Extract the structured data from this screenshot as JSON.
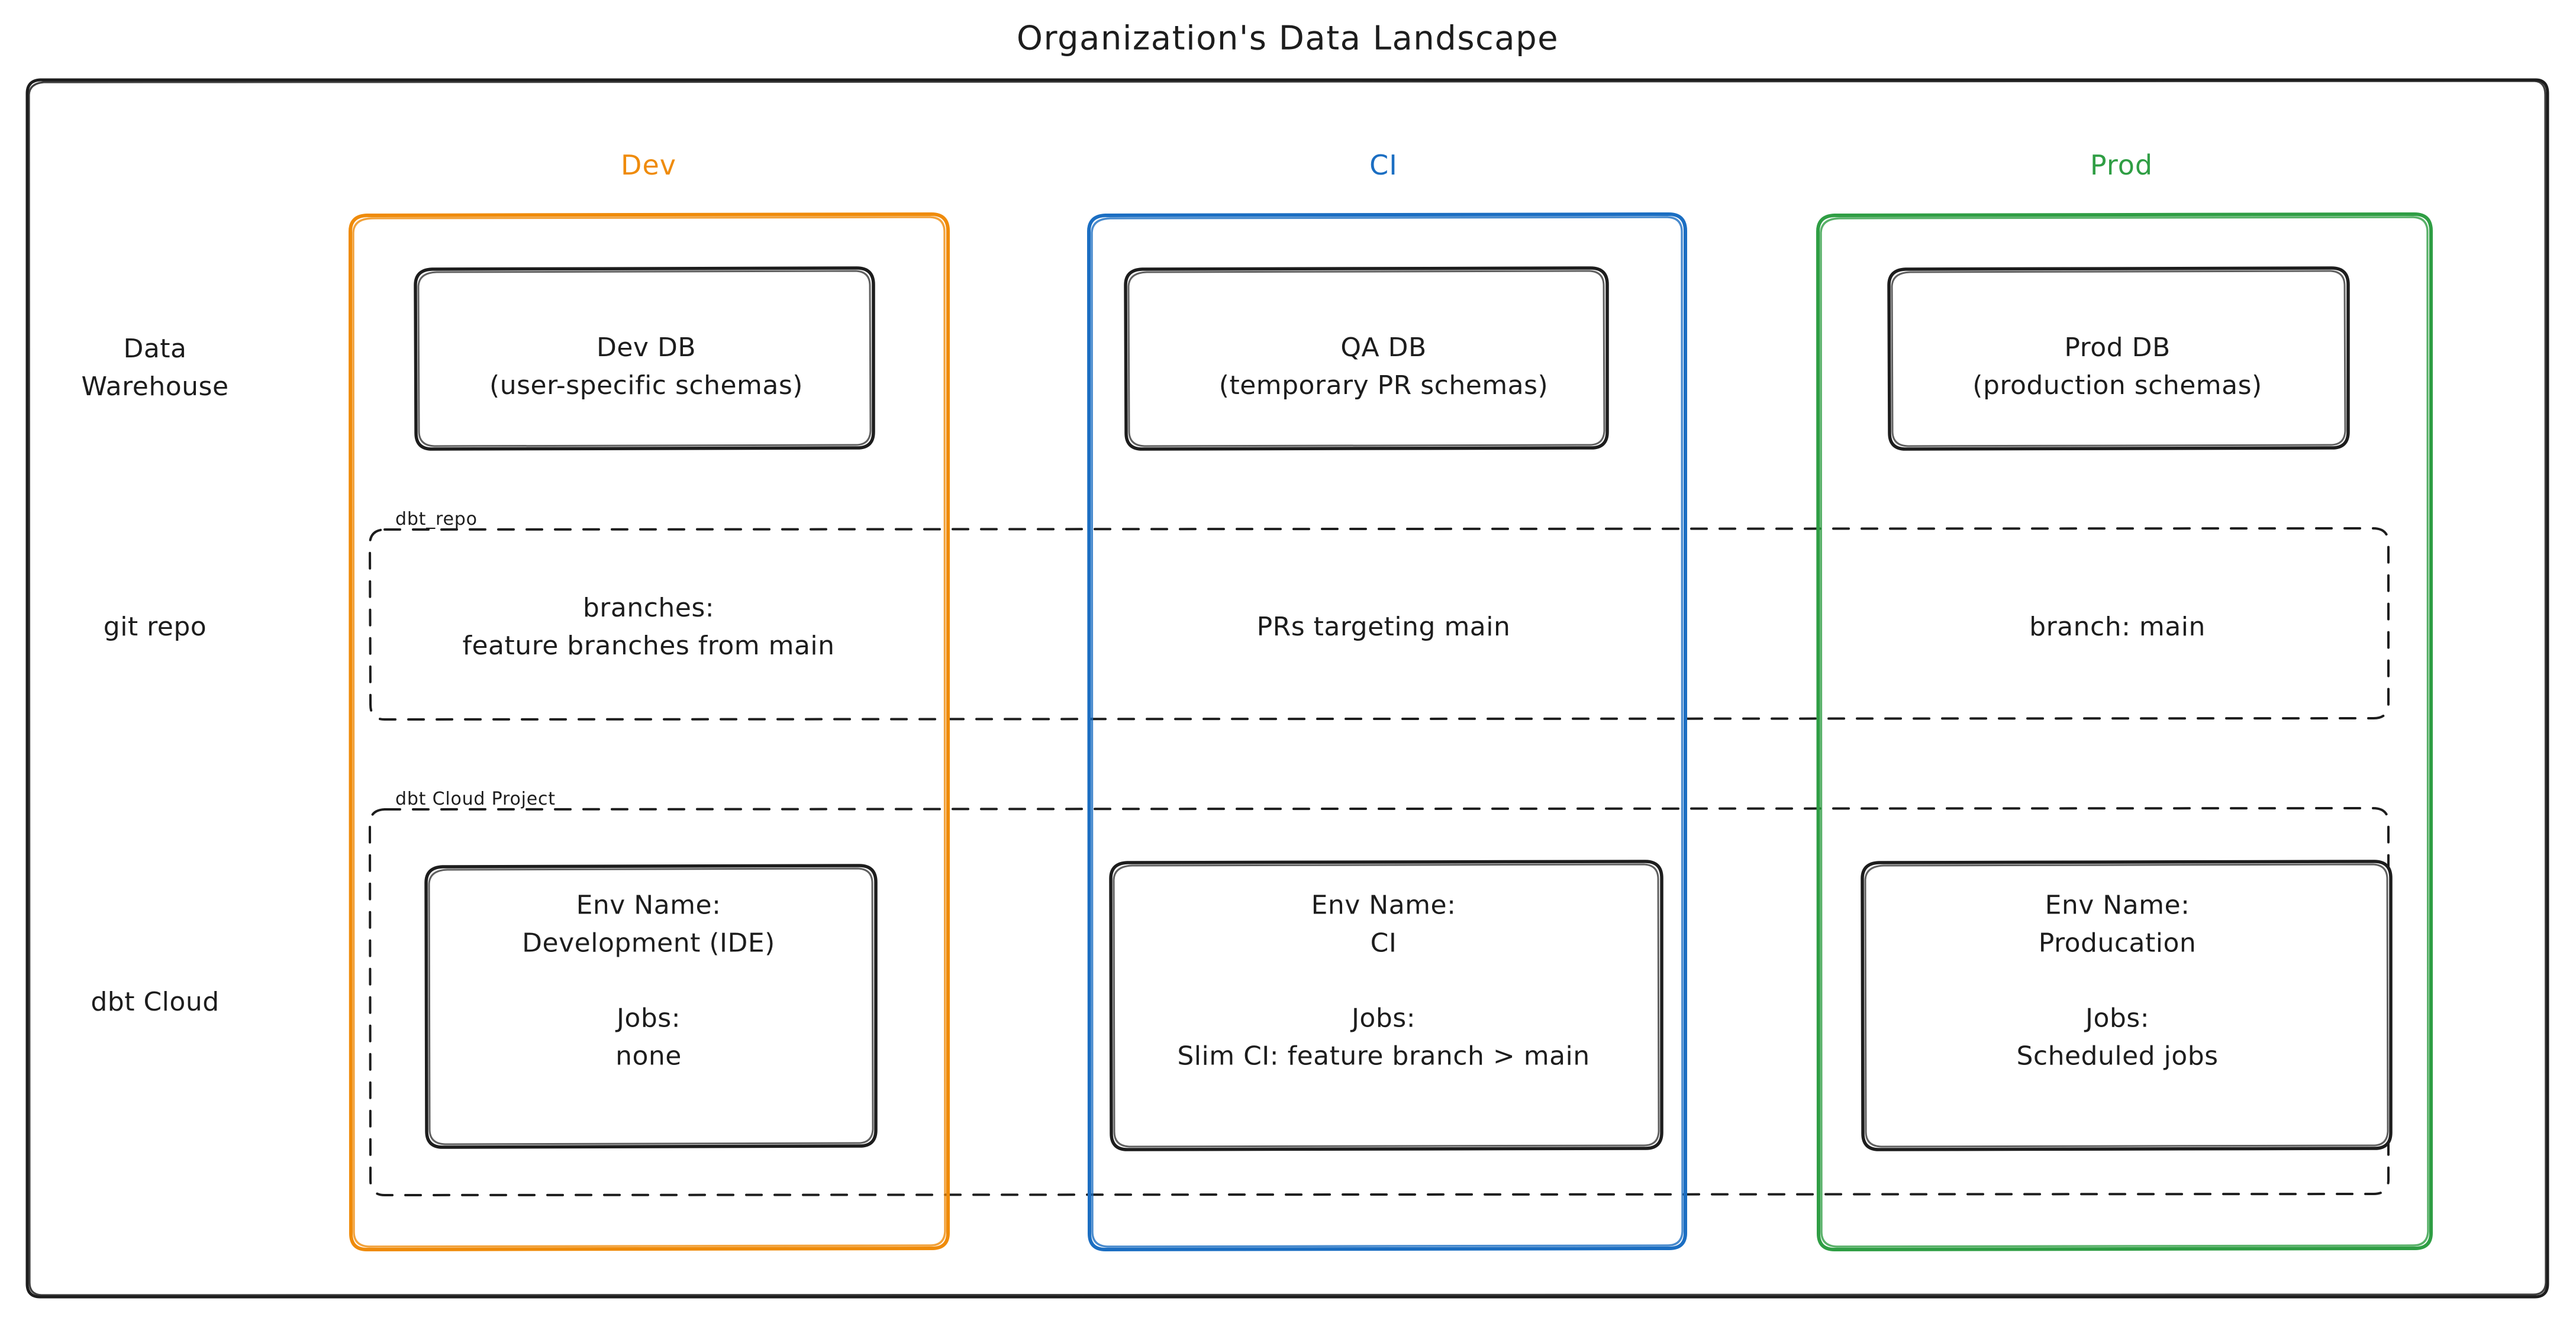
{
  "title": "Organization's Data Landscape",
  "colors": {
    "dev": "#ef8b0a",
    "ci": "#1b6ec2",
    "prod": "#2f9e44",
    "stroke": "#1d1d1d",
    "background": "#ffffff"
  },
  "environments": [
    {
      "key": "dev",
      "label": "Dev"
    },
    {
      "key": "ci",
      "label": "CI"
    },
    {
      "key": "prod",
      "label": "Prod"
    }
  ],
  "row_labels": [
    {
      "key": "data-warehouse",
      "label": "Data\nWarehouse"
    },
    {
      "key": "git-repo",
      "label": "git repo"
    },
    {
      "key": "dbt-cloud",
      "label": "dbt Cloud"
    }
  ],
  "clusters": [
    {
      "key": "dbt-repo",
      "label": "dbt_repo"
    },
    {
      "key": "dbt-cloud-project",
      "label": "dbt Cloud Project"
    }
  ],
  "nodes": {
    "warehouse": [
      {
        "key": "dev-db",
        "text": "Dev DB\n(user-specific schemas)"
      },
      {
        "key": "qa-db",
        "text": "QA DB\n(temporary PR schemas)"
      },
      {
        "key": "prod-db",
        "text": "Prod DB\n(production schemas)"
      }
    ],
    "git": [
      {
        "key": "dev-branches",
        "text": "branches:\nfeature branches from main"
      },
      {
        "key": "ci-prs",
        "text": "PRs targeting main"
      },
      {
        "key": "prod-branch",
        "text": "branch: main"
      }
    ],
    "dbt_cloud": [
      {
        "key": "dev-env",
        "text": "Env Name:\nDevelopment (IDE)\n\nJobs:\nnone"
      },
      {
        "key": "ci-env",
        "text": "Env Name:\nCI\n\nJobs:\nSlim CI: feature branch > main"
      },
      {
        "key": "prod-env",
        "text": "Env Name:\nProducation\n\nJobs:\nScheduled jobs"
      }
    ]
  }
}
